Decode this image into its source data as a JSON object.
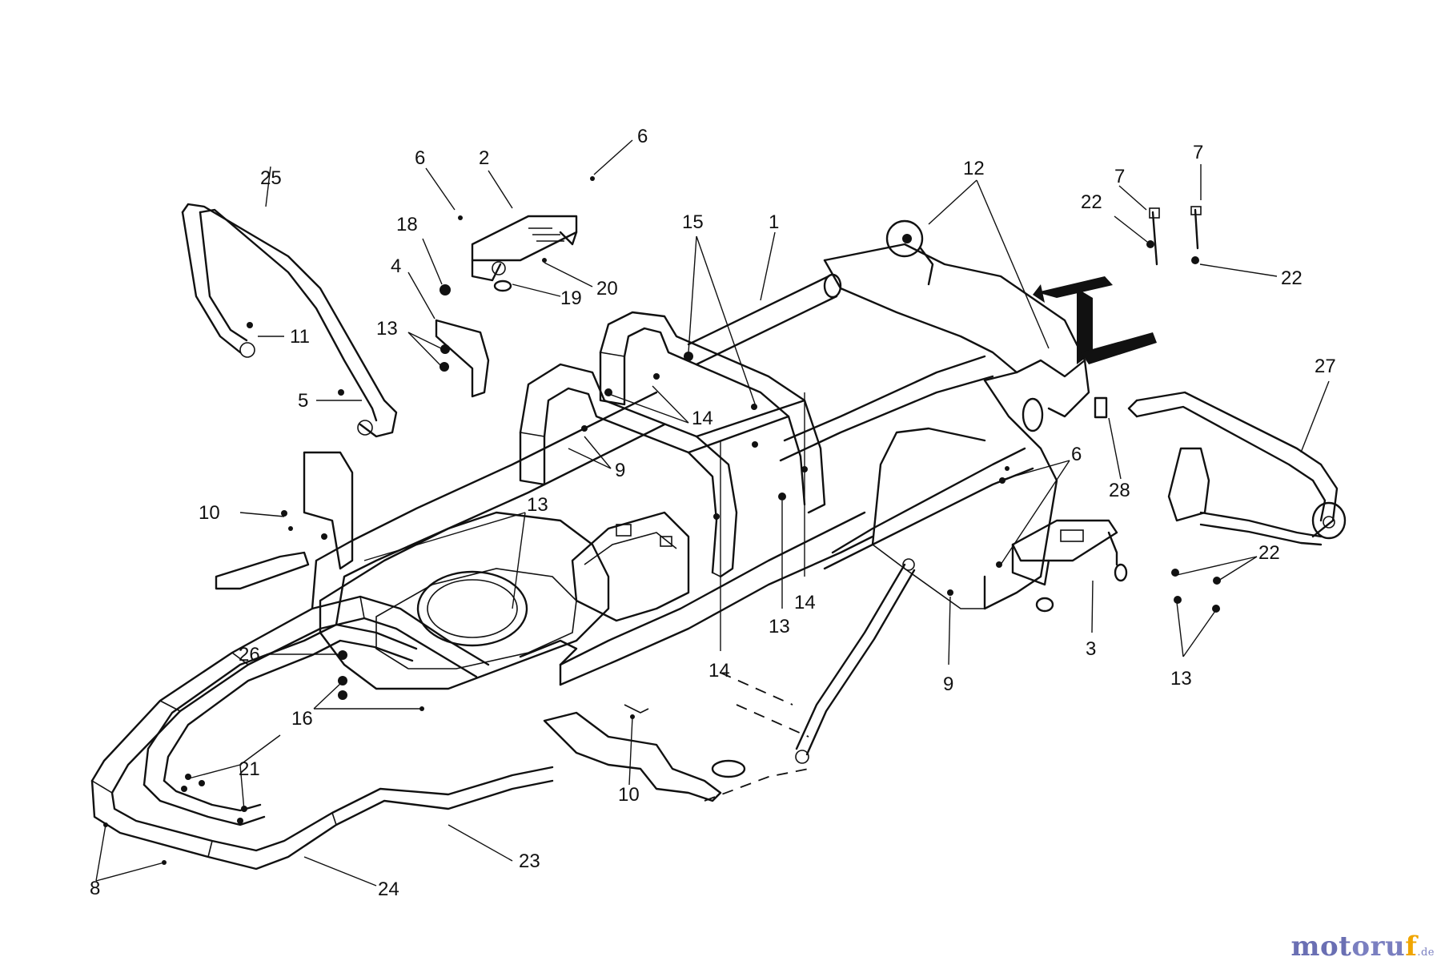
{
  "callouts": {
    "c1": "1",
    "c2": "2",
    "c3": "3",
    "c4": "4",
    "c5": "5",
    "c6a": "6",
    "c6b": "6",
    "c6c": "6",
    "c7a": "7",
    "c7b": "7",
    "c8": "8",
    "c9a": "9",
    "c9b": "9",
    "c10a": "10",
    "c10b": "10",
    "c11": "11",
    "c12": "12",
    "c13a": "13",
    "c13b": "13",
    "c13c": "13",
    "c13d": "13",
    "c14a": "14",
    "c14b": "14",
    "c14c": "14",
    "c15": "15",
    "c16": "16",
    "c18": "18",
    "c19": "19",
    "c20": "20",
    "c21": "21",
    "c22a": "22",
    "c22b": "22",
    "c22c": "22",
    "c23": "23",
    "c24": "24",
    "c25": "25",
    "c26": "26",
    "c27": "27",
    "c28": "28"
  },
  "watermark": {
    "part1": "mot",
    "part2": "oru",
    "part3": "f",
    "suffix": ".de"
  },
  "colors": {
    "line": "#111111",
    "watermark_blue": "#6a6fb3",
    "watermark_orange": "#f0a500"
  }
}
